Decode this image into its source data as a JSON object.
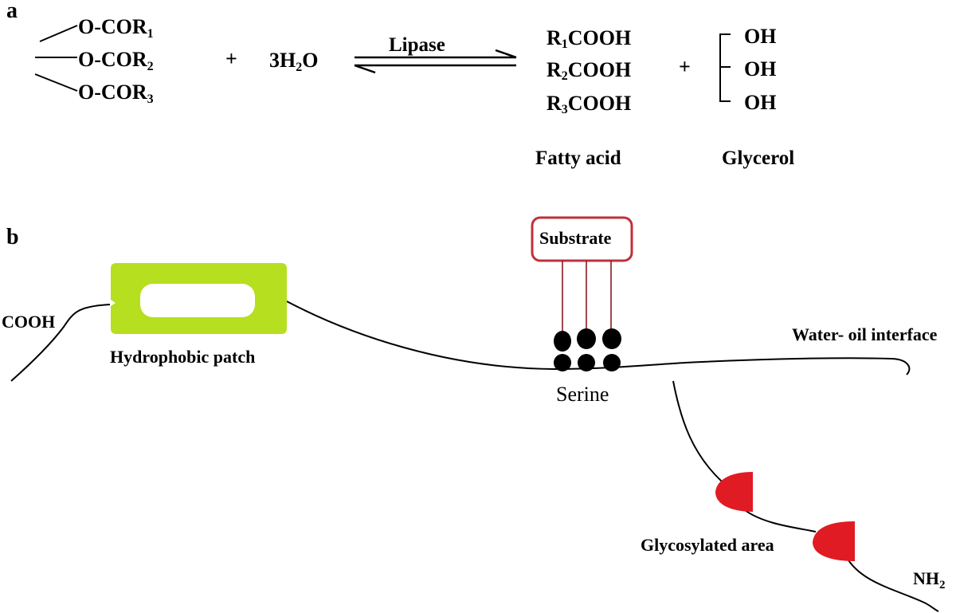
{
  "panel_a": {
    "label": "a",
    "reactant_esters": [
      {
        "text": "O-COR",
        "sub": "1"
      },
      {
        "text": "O-COR",
        "sub": "2"
      },
      {
        "text": "O-COR",
        "sub": "3"
      }
    ],
    "plus": "+",
    "water": {
      "text": "3H",
      "sub": "2",
      "tail": "O"
    },
    "enzyme": "Lipase",
    "fatty_acids": [
      {
        "prefix": "R",
        "sub": "1",
        "text": "COOH"
      },
      {
        "prefix": "R",
        "sub": "2",
        "text": "COOH"
      },
      {
        "prefix": "R",
        "sub": "3",
        "text": "COOH"
      }
    ],
    "plus2": "+",
    "glycerol_oh": [
      "OH",
      "OH",
      "OH"
    ],
    "fatty_acid_label": "Fatty acid",
    "glycerol_label": "Glycerol"
  },
  "panel_b": {
    "label": "b",
    "cooh": "COOH",
    "hydrophobic_patch": "Hydrophobic patch",
    "substrate": "Substrate",
    "serine": "Serine",
    "interface": "Water- oil interface",
    "glycosylated": "Glycosylated area",
    "nh2": {
      "text": "NH",
      "sub": "2"
    },
    "colors": {
      "patch": "#b5df1f",
      "substrate_border": "#c0303a",
      "glyco": "#e01b24",
      "line": "#000000"
    }
  }
}
